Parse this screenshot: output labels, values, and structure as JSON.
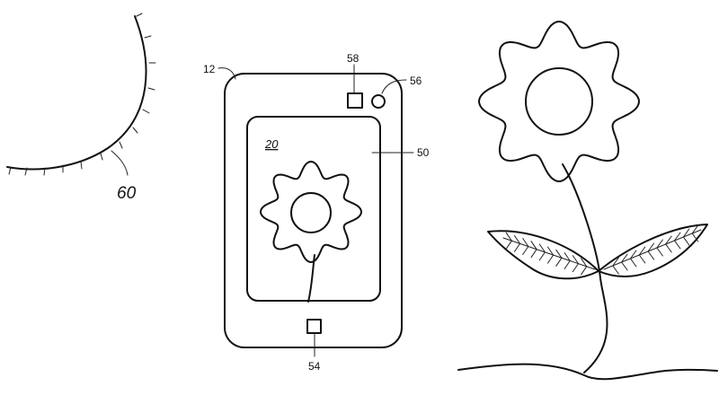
{
  "figure": {
    "labels": {
      "sun": "60",
      "device": "12",
      "button_top": "58",
      "camera": "56",
      "screen": "50",
      "image": "20",
      "button_bottom": "54"
    },
    "drawn_objects": [
      "sun",
      "mobile-device",
      "flower-plant"
    ],
    "icons": {
      "button_top": "square-button-icon",
      "camera": "camera-lens-icon",
      "button_bottom": "square-button-icon"
    },
    "line_color": "#111111",
    "background_color": "#ffffff"
  }
}
